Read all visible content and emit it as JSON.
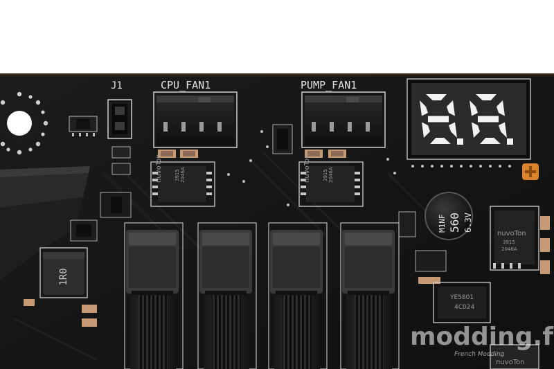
{
  "silkscreen": {
    "j1": "J1",
    "cpu_fan": "CPU_FAN1",
    "pump_fan": "PUMP_FAN1"
  },
  "debug_display": {
    "digits": "88",
    "segment_color": "#f2f2f2"
  },
  "chips": {
    "fan_controller_1": {
      "brand": "nuvoTon",
      "line1": "3915",
      "line2": "2046A"
    },
    "fan_controller_2": {
      "brand": "nuvoTon",
      "line1": "3915",
      "line2": "2046A"
    },
    "right_controller": {
      "brand": "nuvoTon",
      "line1": "3915",
      "line2": "2046A"
    },
    "mosfet": {
      "line1": "YE5801",
      "line2": "4C024"
    },
    "bottom_chip": {
      "brand": "nuvoTon"
    }
  },
  "capacitor": {
    "line1": "M1NF",
    "line2": "560",
    "line3": "6.3V"
  },
  "inductor": {
    "label": "1R0"
  },
  "watermark": {
    "brand": "modding.fr",
    "tagline": "French Modding"
  },
  "colors": {
    "pcb": "#161616",
    "background": "#ffffff",
    "orange_pad": "#d9842b",
    "silkscreen": "#e6e6e6"
  }
}
